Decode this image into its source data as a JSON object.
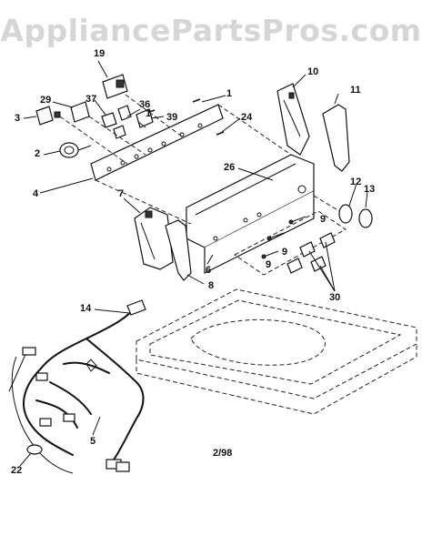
{
  "watermark": "AppliancePartsPros.com",
  "date_code": "2/98",
  "callouts": [
    "19",
    "10",
    "1",
    "29",
    "37",
    "36",
    "11",
    "3",
    "1",
    "39",
    "24",
    "2",
    "26",
    "12",
    "13",
    "7",
    "4",
    "9",
    "6",
    "9",
    "9",
    "8",
    "30",
    "14",
    "5",
    "22"
  ]
}
